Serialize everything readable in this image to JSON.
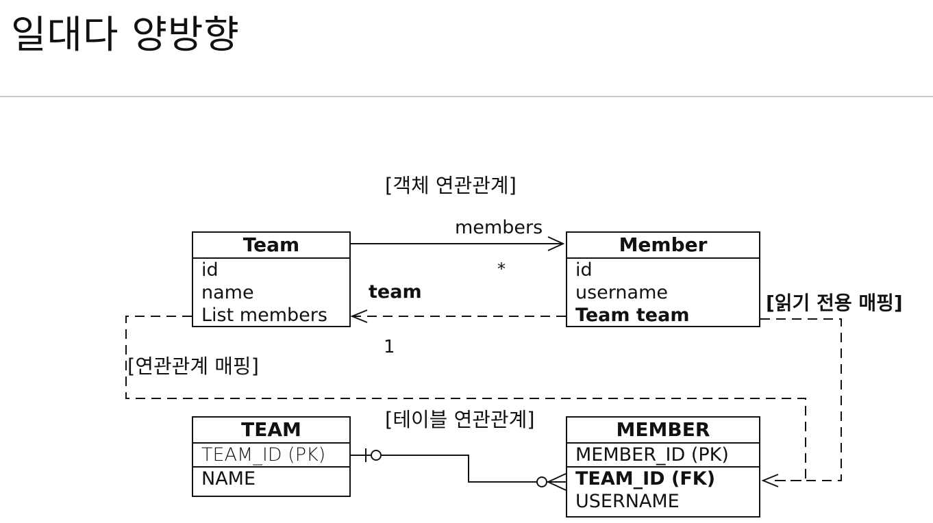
{
  "title": "일대다 양방향",
  "object_section": {
    "caption": "[객체 연관관계]",
    "team_class": {
      "name": "Team",
      "fields": [
        "id",
        "name",
        "List members"
      ]
    },
    "member_class": {
      "name": "Member",
      "fields": [
        "id",
        "username",
        "Team team"
      ]
    },
    "members_label": "members",
    "many_marker": "*",
    "team_label": "team",
    "one_marker": "1",
    "readonly_mapping": "[읽기 전용 매핑]",
    "relation_mapping": "[연관관계 매핑]"
  },
  "table_section": {
    "caption": "[테이블 연관관계]",
    "team_table": {
      "name": "TEAM",
      "pk": "TEAM_ID (PK)",
      "columns": [
        "NAME"
      ]
    },
    "member_table": {
      "name": "MEMBER",
      "pk": "MEMBER_ID (PK)",
      "fk": "TEAM_ID (FK)",
      "columns": [
        "USERNAME"
      ]
    }
  }
}
